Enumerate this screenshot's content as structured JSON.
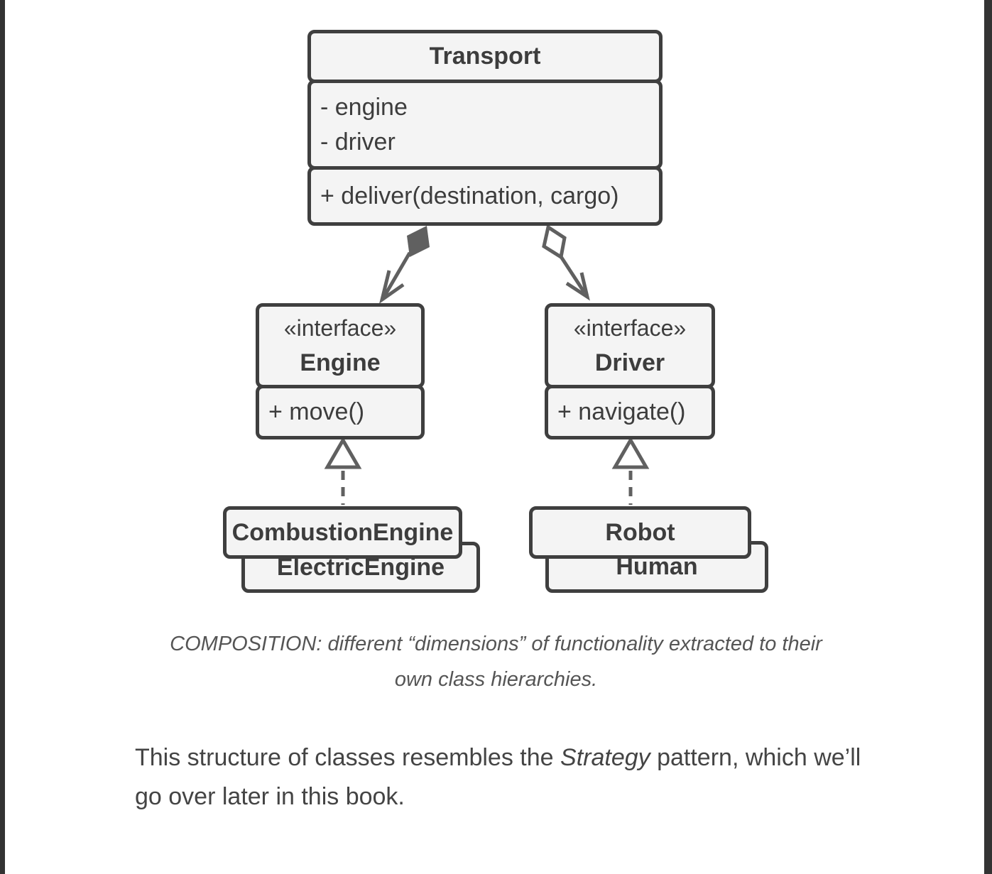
{
  "colors": {
    "frame": "#333333",
    "box_border": "#3f3f3f",
    "box_fill": "#f4f4f4",
    "connector": "#606060",
    "diagram_text": "#3d3d3d",
    "caption_text": "#555555",
    "body_text": "#444444"
  },
  "diagram": {
    "transport": {
      "title": "Transport",
      "attributes": [
        "- engine",
        "- driver"
      ],
      "method": "+ deliver(destination, cargo)"
    },
    "engine_interface": {
      "stereotype": "«interface»",
      "title": "Engine",
      "method": "+ move()"
    },
    "driver_interface": {
      "stereotype": "«interface»",
      "title": "Driver",
      "method": "+ navigate()"
    },
    "engine_implementations": [
      "CombustionEngine",
      "ElectricEngine"
    ],
    "driver_implementations": [
      "Robot",
      "Human"
    ]
  },
  "caption": {
    "text": "COMPOSITION: different “dimensions” of functionality extracted to their own class hierarchies."
  },
  "paragraph": {
    "before": "This structure of classes resembles the ",
    "emphasis": "Strategy",
    "after": " pattern, which we’ll go over later in this book."
  }
}
